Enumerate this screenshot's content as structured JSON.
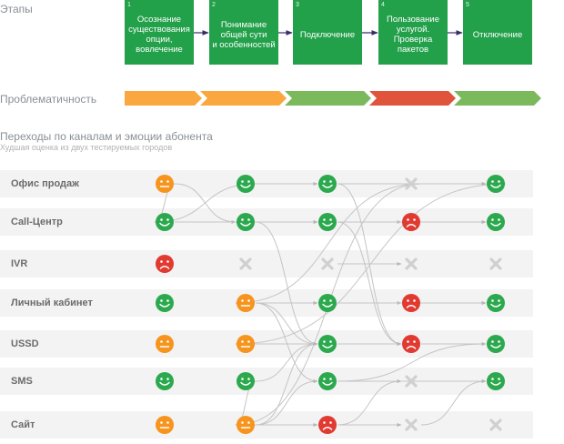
{
  "sections": {
    "stages_label": "Этапы",
    "problem_label": "Проблематичность",
    "transitions_title": "Переходы по каналам и эмоции абонента",
    "transitions_subtitle": "Худшая оценка из двух тестируемых городов"
  },
  "stages": [
    {
      "num": "1",
      "label": "Осознание\nсуществования\nопции,\nвовлечение"
    },
    {
      "num": "2",
      "label": "Понимание\nобщей сути\nи особенностей"
    },
    {
      "num": "3",
      "label": "Подключение"
    },
    {
      "num": "4",
      "label": "Пользование\nуслугой.\nПроверка\nпакетов"
    },
    {
      "num": "5",
      "label": "Отключение"
    }
  ],
  "problem_levels": [
    "medium",
    "medium",
    "low",
    "high",
    "low"
  ],
  "colors": {
    "stage_green": "#22a04a",
    "happy": "#2ca94e",
    "neutral": "#f7941d",
    "sad": "#e03a31",
    "problem_medium": "#f9a73e",
    "problem_low": "#7cb95c",
    "problem_high": "#e0543c",
    "unavailable": "#d0d0d0"
  },
  "channels": [
    {
      "label": "Офис продаж",
      "states": [
        "neutral",
        "happy",
        "happy",
        "none",
        "happy"
      ]
    },
    {
      "label": "Call-Центр",
      "states": [
        "happy",
        "happy",
        "happy",
        "sad",
        "happy"
      ]
    },
    {
      "label": "IVR",
      "states": [
        "sad",
        "none",
        "none",
        "none",
        "none"
      ]
    },
    {
      "label": "Личный  кабинет",
      "states": [
        "happy",
        "neutral",
        "happy",
        "sad",
        "happy"
      ]
    },
    {
      "label": "USSD",
      "states": [
        "neutral",
        "neutral",
        "happy",
        "sad",
        "happy"
      ]
    },
    {
      "label": "SMS",
      "states": [
        "happy",
        "happy",
        "happy",
        "none",
        "happy"
      ]
    },
    {
      "label": "Сайт",
      "states": [
        "neutral",
        "neutral",
        "sad",
        "none",
        "none"
      ]
    }
  ],
  "transitions": [
    [
      0,
      0,
      0,
      1,
      0
    ],
    [
      1,
      0,
      0,
      1,
      0
    ],
    [
      0,
      0,
      1,
      1,
      0
    ],
    [
      1,
      1,
      1,
      1,
      0
    ],
    [
      1,
      4,
      1,
      4,
      0
    ],
    [
      1,
      5,
      1,
      6,
      0
    ],
    [
      1,
      6,
      1,
      6,
      0
    ],
    [
      3,
      0,
      1,
      3,
      0
    ],
    [
      3,
      0,
      1,
      6,
      0
    ],
    [
      4,
      0,
      1,
      4,
      0
    ],
    [
      5,
      0,
      1,
      5,
      0
    ],
    [
      6,
      0,
      1,
      6,
      0
    ],
    [
      1,
      0,
      2,
      0,
      0
    ],
    [
      0,
      1,
      2,
      1,
      0
    ],
    [
      1,
      1,
      2,
      1,
      0
    ],
    [
      1,
      1,
      2,
      4,
      0
    ],
    [
      1,
      3,
      2,
      3,
      0
    ],
    [
      1,
      3,
      2,
      4,
      0
    ],
    [
      1,
      4,
      2,
      4,
      0
    ],
    [
      1,
      5,
      2,
      4,
      0
    ],
    [
      1,
      6,
      2,
      4,
      0
    ],
    [
      1,
      6,
      2,
      5,
      0
    ],
    [
      1,
      6,
      2,
      6,
      0
    ],
    [
      1,
      3,
      2,
      5,
      0
    ],
    [
      2,
      0,
      4,
      0,
      0
    ],
    [
      2,
      0,
      3,
      4,
      0
    ],
    [
      2,
      1,
      3,
      1,
      0
    ],
    [
      2,
      1,
      3,
      4,
      0
    ],
    [
      2,
      3,
      3,
      3,
      0
    ],
    [
      2,
      4,
      3,
      4,
      0
    ],
    [
      2,
      2,
      3,
      2,
      0
    ],
    [
      2,
      5,
      3,
      5,
      0
    ],
    [
      2,
      6,
      3,
      6,
      0
    ],
    [
      2,
      6,
      3,
      5,
      0
    ],
    [
      2,
      1,
      4,
      1,
      0
    ],
    [
      3,
      1,
      4,
      1,
      0
    ],
    [
      2,
      3,
      4,
      3,
      0
    ],
    [
      3,
      3,
      4,
      3,
      0
    ],
    [
      3,
      4,
      4,
      4,
      0
    ],
    [
      2,
      5,
      4,
      5,
      0
    ],
    [
      3,
      6,
      4,
      5,
      0
    ],
    [
      2,
      5,
      4,
      4,
      0
    ],
    [
      3,
      0,
      4,
      0,
      0
    ]
  ]
}
